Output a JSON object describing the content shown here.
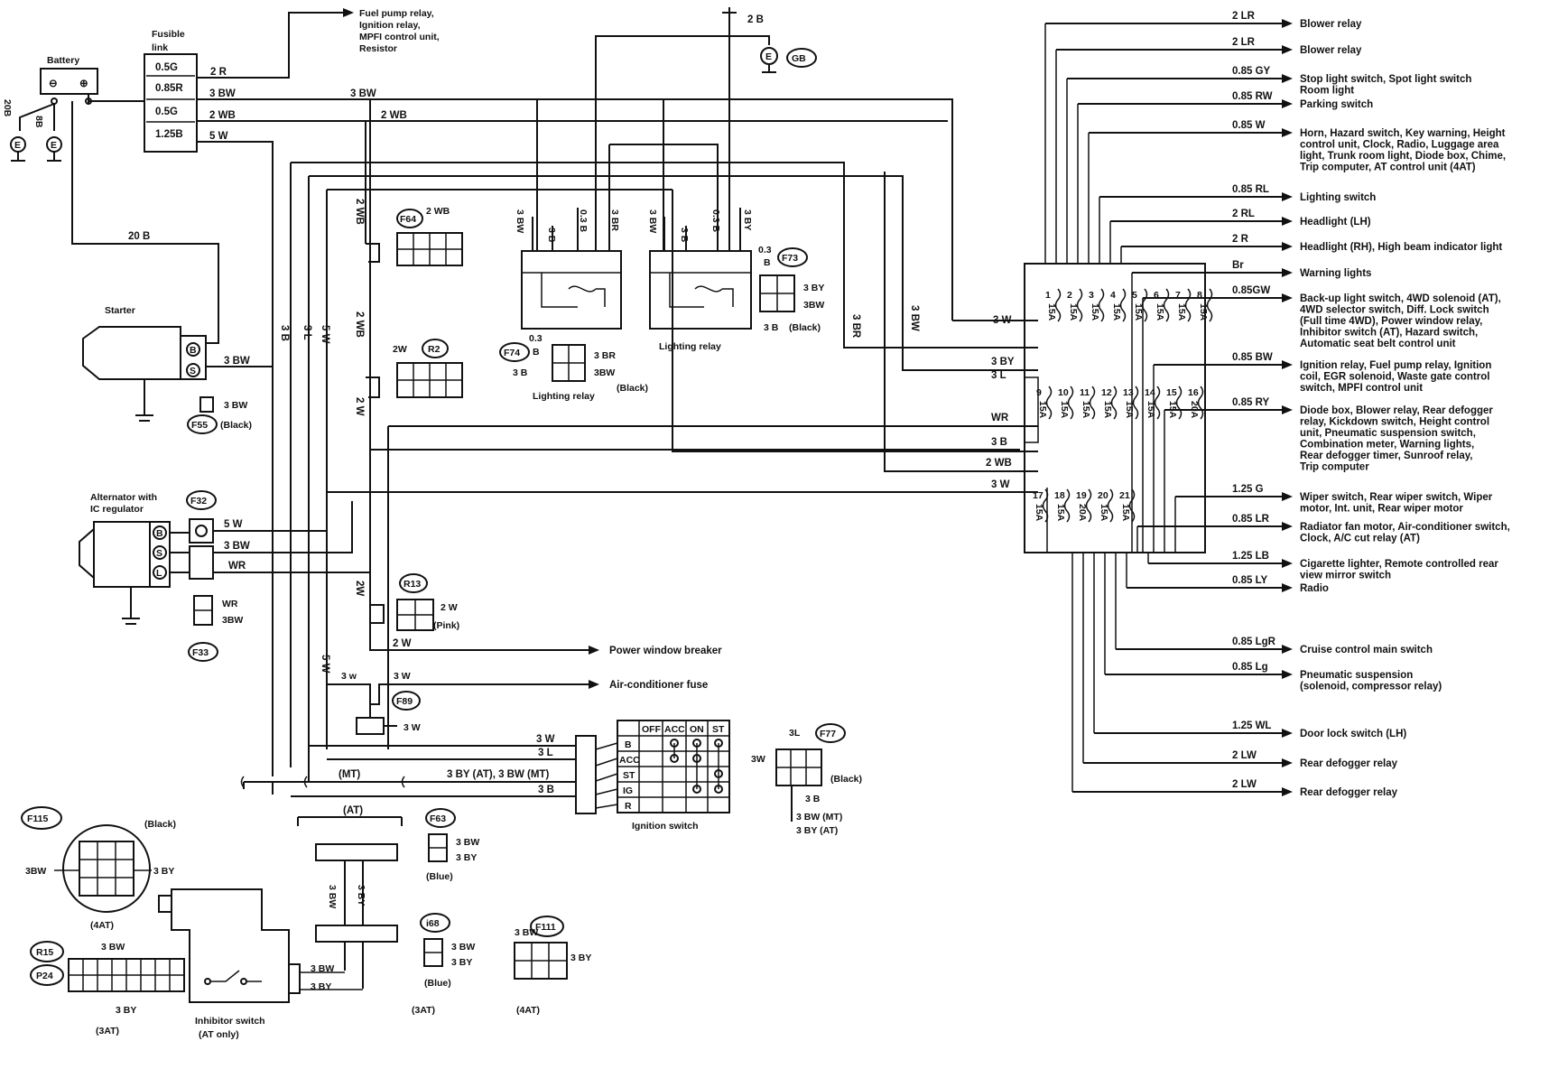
{
  "battery": {
    "label": "Battery",
    "minus": "⊖",
    "plus": "⊕"
  },
  "fusible_link": {
    "title_line1": "Fusible",
    "title_line2": "link",
    "ratings": [
      "0.5G",
      "0.85R",
      "0.5G",
      "1.25B"
    ],
    "outputs": [
      "2 R",
      "3 BW",
      "2 WB",
      "5 W"
    ]
  },
  "ground_wires": {
    "left1": "20B",
    "left2": "8B"
  },
  "top_dest": {
    "line1": "Fuel pump relay,",
    "line2": "Ignition relay,",
    "line3": "MPFI control unit,",
    "line4": "Resistor"
  },
  "gb": {
    "wire": "2 B",
    "label": "GB"
  },
  "wires": {
    "bat_start": "20 B",
    "bw_top": "3 BW",
    "wb_top": "2 WB",
    "wb_v": "2 WB",
    "wb_v2": "2 WB",
    "w_v": "2 W",
    "w_v_low": "2W",
    "l_v": "3 L",
    "b_v": "3 B",
    "w5_v": "5 W",
    "w5_v2": "5 W",
    "bw_v": "3 BW",
    "br_v": "3 BR",
    "lr_b": "3 B",
    "lr_03b": "0.3 B",
    "lr2_bw": "3 BW",
    "lr2_b": "3 B",
    "lr2_03b": "0.3 B",
    "lr2_by": "3 BY",
    "br_v2": "3 BR",
    "bw_v2": "3 BW"
  },
  "starter": {
    "label": "Starter",
    "b_terminal": "B",
    "s_terminal": "S",
    "s_wire": "3 BW"
  },
  "f55": {
    "id": "F55",
    "color": "(Black)",
    "wire": "3 BW"
  },
  "alternator": {
    "line1": "Alternator with",
    "line2": "IC regulator",
    "b": "B",
    "s": "S",
    "l": "L",
    "wire_b": "5 W",
    "wire_s": "3 BW",
    "wire_l": "WR"
  },
  "f32": {
    "id": "F32"
  },
  "f33": {
    "id": "F33",
    "wire1": "WR",
    "wire2": "3BW"
  },
  "f64": {
    "id": "F64",
    "wire": "2 WB"
  },
  "r2": {
    "id": "R2",
    "wire": "2W"
  },
  "r13": {
    "id": "R13",
    "wire": "2 W",
    "color": "(Pink)"
  },
  "f89": {
    "id": "F89",
    "wire": "3 W",
    "wire_a": "3 w",
    "wire_b": "3 W"
  },
  "dest_power_window": "Power window breaker",
  "dest_aircon_fuse": "Air-conditioner fuse",
  "lighting_relay_1": {
    "label": "Lighting relay"
  },
  "lighting_relay_2": {
    "label": "Lighting relay",
    "color": "(Black)"
  },
  "f74": {
    "id": "F74",
    "w1": "0.3",
    "w1b": "B",
    "w2": "3 B",
    "w3": "3 BR",
    "w4": "3BW"
  },
  "f73": {
    "id": "F73",
    "w1": "0.3",
    "w1b": "B",
    "w2": "3 BY",
    "w3": "3BW",
    "w4": "3 B",
    "color": "(Black)"
  },
  "ignition": {
    "label": "Ignition switch",
    "headers": [
      "OFF",
      "ACC",
      "ON",
      "ST"
    ],
    "rows": [
      "B",
      "ACC",
      "ST",
      "IG",
      "R"
    ],
    "wires": [
      "3 W",
      "3 L",
      "3 BY (AT), 3 BW (MT)",
      "3 B"
    ],
    "mt": "(MT)",
    "at": "(AT)"
  },
  "f77": {
    "id": "F77",
    "w1": "3L",
    "w2": "3W",
    "w3": "3 B",
    "color": "(Black)",
    "mt": "3 BW (MT)",
    "at": "3 BY (AT)"
  },
  "f63": {
    "id": "F63",
    "w1": "3 BW",
    "w2": "3 BY",
    "color": "(Blue)"
  },
  "f115": {
    "id": "F115",
    "color": "(Black)",
    "w1": "3BW",
    "w2": "3 BY",
    "note": "(4AT)"
  },
  "r15": {
    "id": "R15",
    "id2": "P24",
    "w1": "3 BW",
    "w2": "3 BY",
    "note": "(3AT)"
  },
  "inhibitor": {
    "line1": "Inhibitor switch",
    "line2": "(AT only)",
    "w1": "3 BW",
    "w2": "3 BY",
    "v1": "3 BW",
    "v2": "3 BY"
  },
  "i68": {
    "id": "i68",
    "w1": "3 BW",
    "w2": "3 BY",
    "color": "(Blue)",
    "note": "(3AT)"
  },
  "f111": {
    "id": "F111",
    "w1": "3 BW",
    "w2": "3 BY",
    "note": "(4AT)"
  },
  "fuse_box": {
    "inputs": [
      "3 W",
      "3 BY",
      "3 L",
      "WR",
      "3 B",
      "2 WB",
      "3 W"
    ],
    "fuses": [
      {
        "n": "1",
        "a": "15A"
      },
      {
        "n": "2",
        "a": "15A"
      },
      {
        "n": "3",
        "a": "15A"
      },
      {
        "n": "4",
        "a": "15A"
      },
      {
        "n": "5",
        "a": "15A"
      },
      {
        "n": "6",
        "a": "15A"
      },
      {
        "n": "7",
        "a": "15A"
      },
      {
        "n": "8",
        "a": "15A"
      },
      {
        "n": "9",
        "a": "15A"
      },
      {
        "n": "10",
        "a": "15A"
      },
      {
        "n": "11",
        "a": "15A"
      },
      {
        "n": "12",
        "a": "15A"
      },
      {
        "n": "13",
        "a": "15A"
      },
      {
        "n": "14",
        "a": "15A"
      },
      {
        "n": "15",
        "a": "15A"
      },
      {
        "n": "16",
        "a": "20A"
      },
      {
        "n": "17",
        "a": "15A"
      },
      {
        "n": "18",
        "a": "15A"
      },
      {
        "n": "19",
        "a": "20A"
      },
      {
        "n": "20",
        "a": "15A"
      },
      {
        "n": "21",
        "a": "15A"
      }
    ]
  },
  "outputs": [
    {
      "wire": "2 LR",
      "lines": [
        "Blower relay"
      ]
    },
    {
      "wire": "2 LR",
      "lines": [
        "Blower relay"
      ]
    },
    {
      "wire": "0.85 GY",
      "lines": [
        "Stop light switch, Spot light switch",
        "Room light"
      ]
    },
    {
      "wire": "0.85 RW",
      "lines": [
        "Parking switch"
      ]
    },
    {
      "wire": "0.85 W",
      "lines": [
        "Horn, Hazard switch, Key warning, Height",
        "control unit, Clock, Radio, Luggage area",
        "light, Trunk room light, Diode box, Chime,",
        "Trip computer, AT control unit (4AT)"
      ]
    },
    {
      "wire": "0.85 RL",
      "lines": [
        "Lighting switch"
      ]
    },
    {
      "wire": "2 RL",
      "lines": [
        "Headlight (LH)"
      ]
    },
    {
      "wire": "2 R",
      "lines": [
        "Headlight (RH), High beam indicator light"
      ]
    },
    {
      "wire": "Br",
      "lines": [
        "Warning lights"
      ]
    },
    {
      "wire": "0.85GW",
      "lines": [
        "Back-up light switch, 4WD solenoid (AT),",
        "4WD selector switch, Diff. Lock switch",
        "(Full time 4WD), Power window relay,",
        "Inhibitor switch (AT), Hazard switch,",
        "Automatic seat belt control unit"
      ]
    },
    {
      "wire": "0.85 BW",
      "lines": [
        "Ignition relay, Fuel pump relay, Ignition",
        "coil, EGR solenoid, Waste gate control",
        "switch, MPFI control unit"
      ]
    },
    {
      "wire": "0.85 RY",
      "lines": [
        "Diode box, Blower relay, Rear defogger",
        "relay, Kickdown switch, Height control",
        "unit, Pneumatic suspension switch,",
        "Combination meter, Warning lights,",
        "Rear defogger timer, Sunroof relay,",
        "Trip computer"
      ]
    },
    {
      "wire": "1.25 G",
      "lines": [
        "Wiper switch, Rear wiper switch, Wiper",
        "motor, Int. unit, Rear wiper motor"
      ]
    },
    {
      "wire": "0.85 LR",
      "lines": [
        "Radiator fan motor, Air-conditioner switch,",
        "Clock, A/C cut relay (AT)"
      ]
    },
    {
      "wire": "1.25 LB",
      "lines": [
        "Cigarette lighter, Remote controlled rear",
        "view mirror switch"
      ]
    },
    {
      "wire": "0.85 LY",
      "lines": [
        "Radio"
      ]
    },
    {
      "wire": "0.85 LgR",
      "lines": [
        "Cruise control main switch"
      ]
    },
    {
      "wire": "0.85 Lg",
      "lines": [
        "Pneumatic suspension",
        "(solenoid, compressor relay)"
      ]
    },
    {
      "wire": "1.25 WL",
      "lines": [
        "Door lock switch (LH)"
      ]
    },
    {
      "wire": "2 LW",
      "lines": [
        "Rear defogger relay"
      ]
    },
    {
      "wire": "2 LW",
      "lines": [
        "Rear defogger relay"
      ]
    }
  ]
}
